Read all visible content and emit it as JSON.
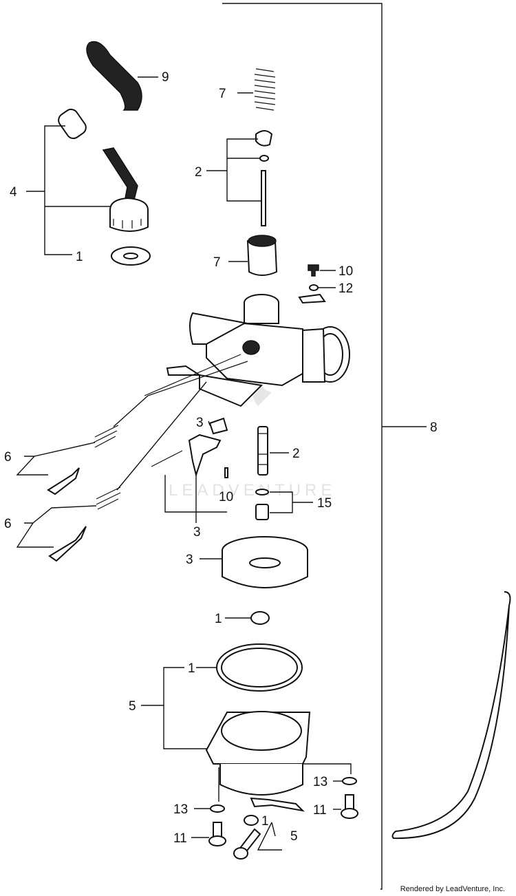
{
  "watermark": "LEADVENTURE",
  "credit": "Rendered by LeadVenture, Inc.",
  "callouts": {
    "c9": "9",
    "c7a": "7",
    "c4": "4",
    "c2a": "2",
    "c1a": "1",
    "c7b": "7",
    "c10a": "10",
    "c12": "12",
    "c3a": "3",
    "c2b": "2",
    "c6a": "6",
    "c8": "8",
    "c10b": "10",
    "c15": "15",
    "c6b": "6",
    "c3b": "3",
    "c3c": "3",
    "c1b": "1",
    "c1c": "1",
    "c5a": "5",
    "c13a": "13",
    "c13b": "13",
    "c11a": "11",
    "c11b": "11",
    "c1d": "1",
    "c5b": "5"
  }
}
